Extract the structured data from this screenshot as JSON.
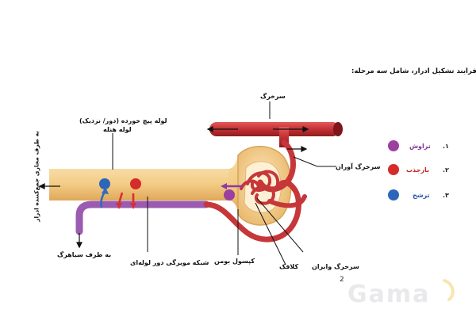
{
  "title": "فرایند تشکیل ادرار، شامل سه مرحله:",
  "labels": {
    "afferent_artery": "سرخرگ",
    "incoming_arteriole": "سرخرگ آوران",
    "outgoing_arteriole": "سرخرگ وابران",
    "glomerulus": "کلافک",
    "bowman_capsule": "کپسول بومن",
    "peritubular_network": "شبکه مویرگی دور لوله‌ای",
    "tubule_line1": "لوله پیچ خورده (دور/ نزدیک)",
    "tubule_line2": "لوله هنله",
    "to_vein": "به طرف سیاهرگ",
    "to_collecting_duct": "به طرف مجاری جمع‌کننده ادرار"
  },
  "legend": [
    {
      "num": "۱.",
      "text": "تراوش",
      "color": "#9b3fa0",
      "text_color": "#7b3592"
    },
    {
      "num": "۲.",
      "text": "بازجذب",
      "color": "#d62b2b",
      "text_color": "#c42222"
    },
    {
      "num": "۳.",
      "text": "ترشح",
      "color": "#2d66b8",
      "text_color": "#2a55a8"
    }
  ],
  "page_number": "2",
  "watermark": "Gama",
  "colors": {
    "artery": "#c6373a",
    "artery_dark": "#8e1e22",
    "tubule": "#f3cf8e",
    "tubule_dark": "#e2ae5c",
    "capillary": "#9a5bb0",
    "reabsorb_arrow": "#d9302d",
    "secrete_arrow": "#2e6dbb",
    "filter_arrow": "#8a3aa5"
  }
}
